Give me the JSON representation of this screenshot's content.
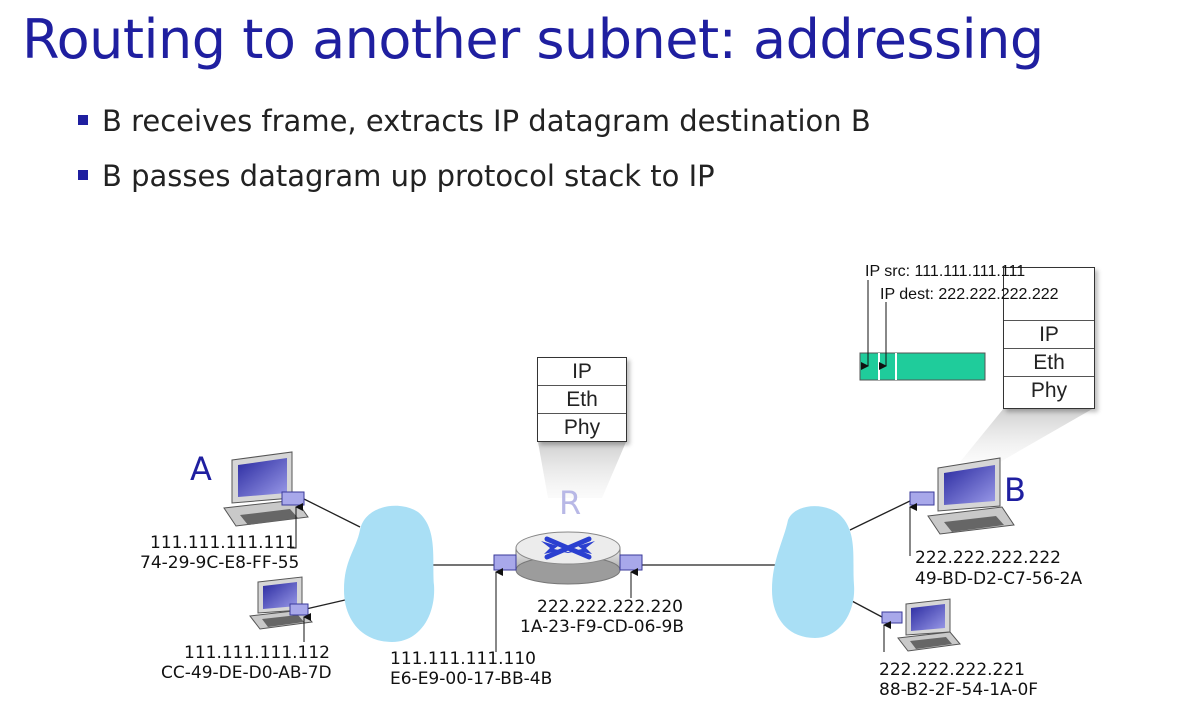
{
  "title": "Routing to another subnet: addressing",
  "bullets": [
    "B receives frame, extracts IP datagram destination B",
    "B passes datagram up protocol stack to IP"
  ],
  "hosts": {
    "a": {
      "name": "A",
      "ip": "111.111.111.111",
      "mac": "74-29-9C-E8-FF-55"
    },
    "a2": {
      "ip": "111.111.111.112",
      "mac": "CC-49-DE-D0-AB-7D"
    },
    "b": {
      "name": "B",
      "ip": "222.222.222.222",
      "mac": "49-BD-D2-C7-56-2A"
    },
    "b2": {
      "ip": "222.222.222.221",
      "mac": "88-B2-2F-54-1A-0F"
    }
  },
  "router": {
    "name": "R",
    "left_if": {
      "ip": "111.111.111.110",
      "mac": "E6-E9-00-17-BB-4B"
    },
    "right_if": {
      "ip": "222.222.222.220",
      "mac": "1A-23-F9-CD-06-9B"
    },
    "stack": [
      "IP",
      "Eth",
      "Phy"
    ]
  },
  "host_b_stack": [
    "IP",
    "Eth",
    "Phy"
  ],
  "datagram": {
    "src": "IP src: 111.111.111.111",
    "dest": "IP dest: 222.222.222.222"
  },
  "colors": {
    "title": "#1f1fa0",
    "cloud": "#a9dff5",
    "datagram": "#1fcc9b",
    "router_name": "#b8b8e6"
  }
}
